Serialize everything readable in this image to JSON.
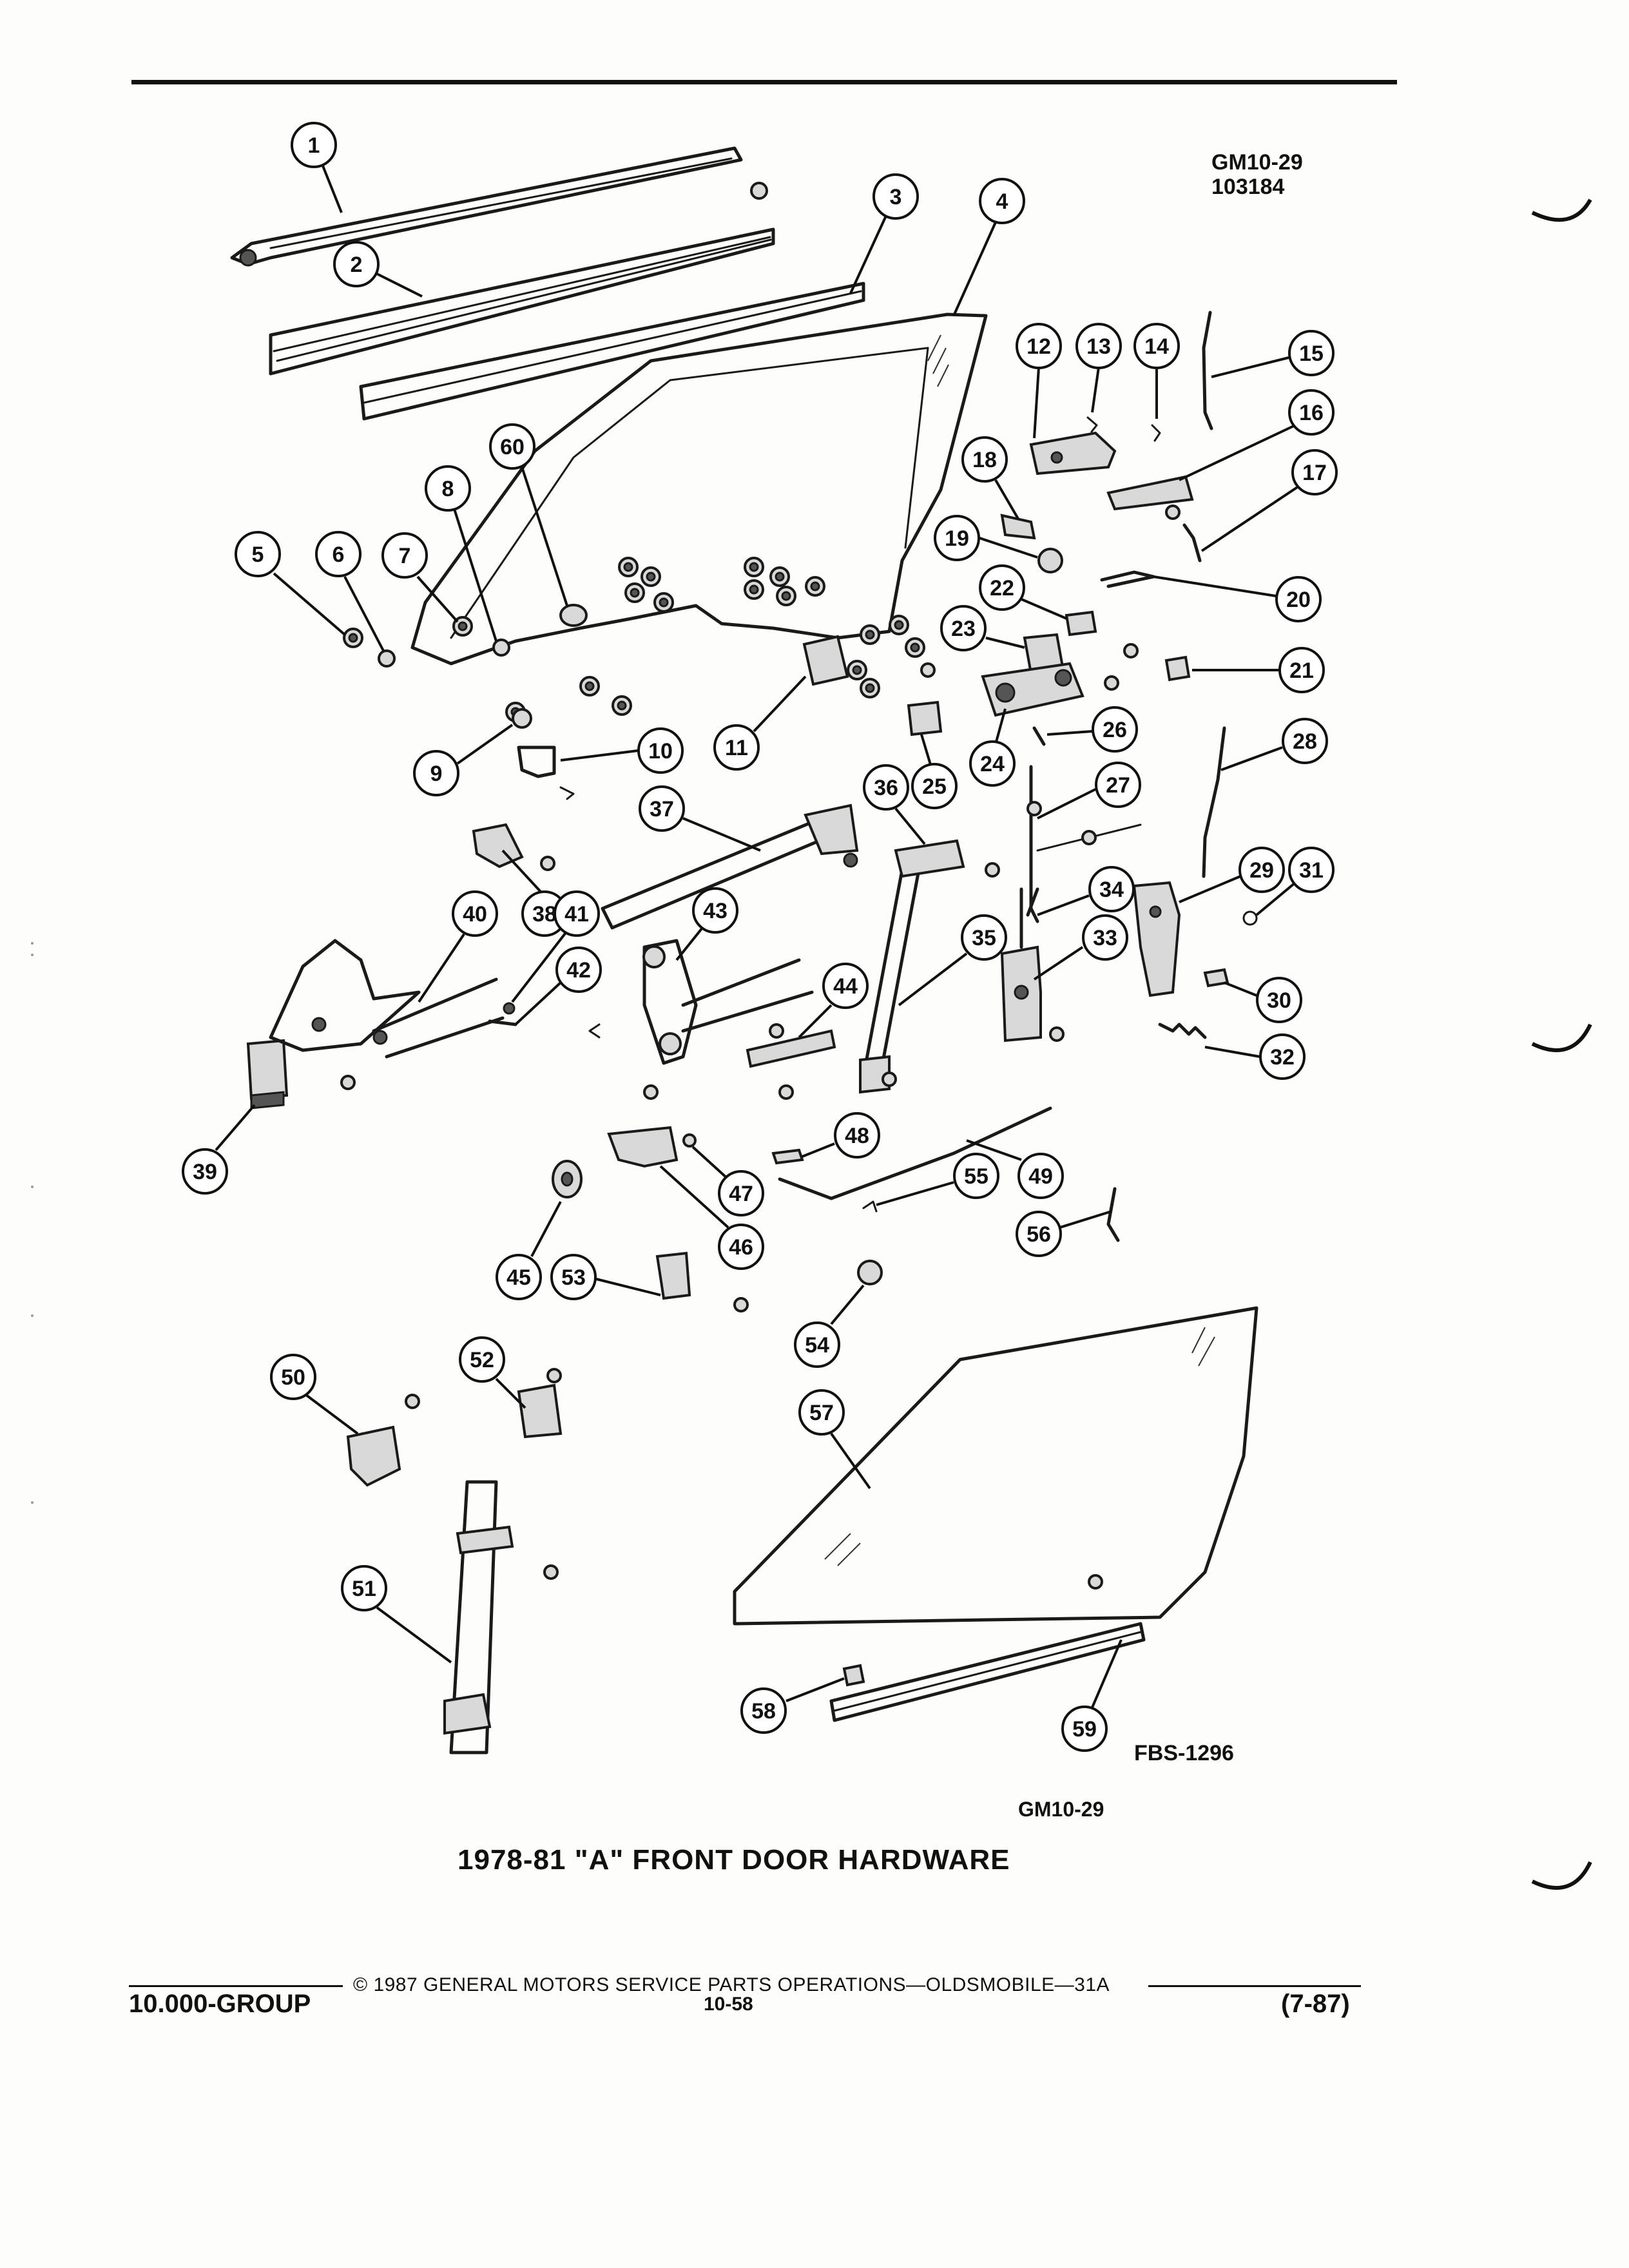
{
  "header": {
    "ref_code": "GM10-29",
    "ref_number": "103184"
  },
  "figure": {
    "callouts": [
      "1",
      "2",
      "3",
      "4",
      "5",
      "6",
      "7",
      "8",
      "9",
      "10",
      "11",
      "12",
      "13",
      "14",
      "15",
      "16",
      "17",
      "18",
      "19",
      "20",
      "21",
      "22",
      "23",
      "24",
      "25",
      "26",
      "27",
      "28",
      "29",
      "30",
      "31",
      "32",
      "33",
      "34",
      "35",
      "36",
      "37",
      "38",
      "39",
      "40",
      "41",
      "42",
      "43",
      "44",
      "45",
      "46",
      "47",
      "48",
      "49",
      "50",
      "51",
      "52",
      "53",
      "54",
      "55",
      "56",
      "57",
      "58",
      "59",
      "60"
    ],
    "drawing_code": "FBS-1296",
    "group_code": "GM10-29",
    "title": "1978-81 \"A\" FRONT DOOR HARDWARE"
  },
  "footer": {
    "copyright": "© 1987  GENERAL MOTORS SERVICE PARTS OPERATIONS—OLDSMOBILE—31A",
    "group": "10.000-GROUP",
    "page": "10-58",
    "date": "(7-87)"
  }
}
